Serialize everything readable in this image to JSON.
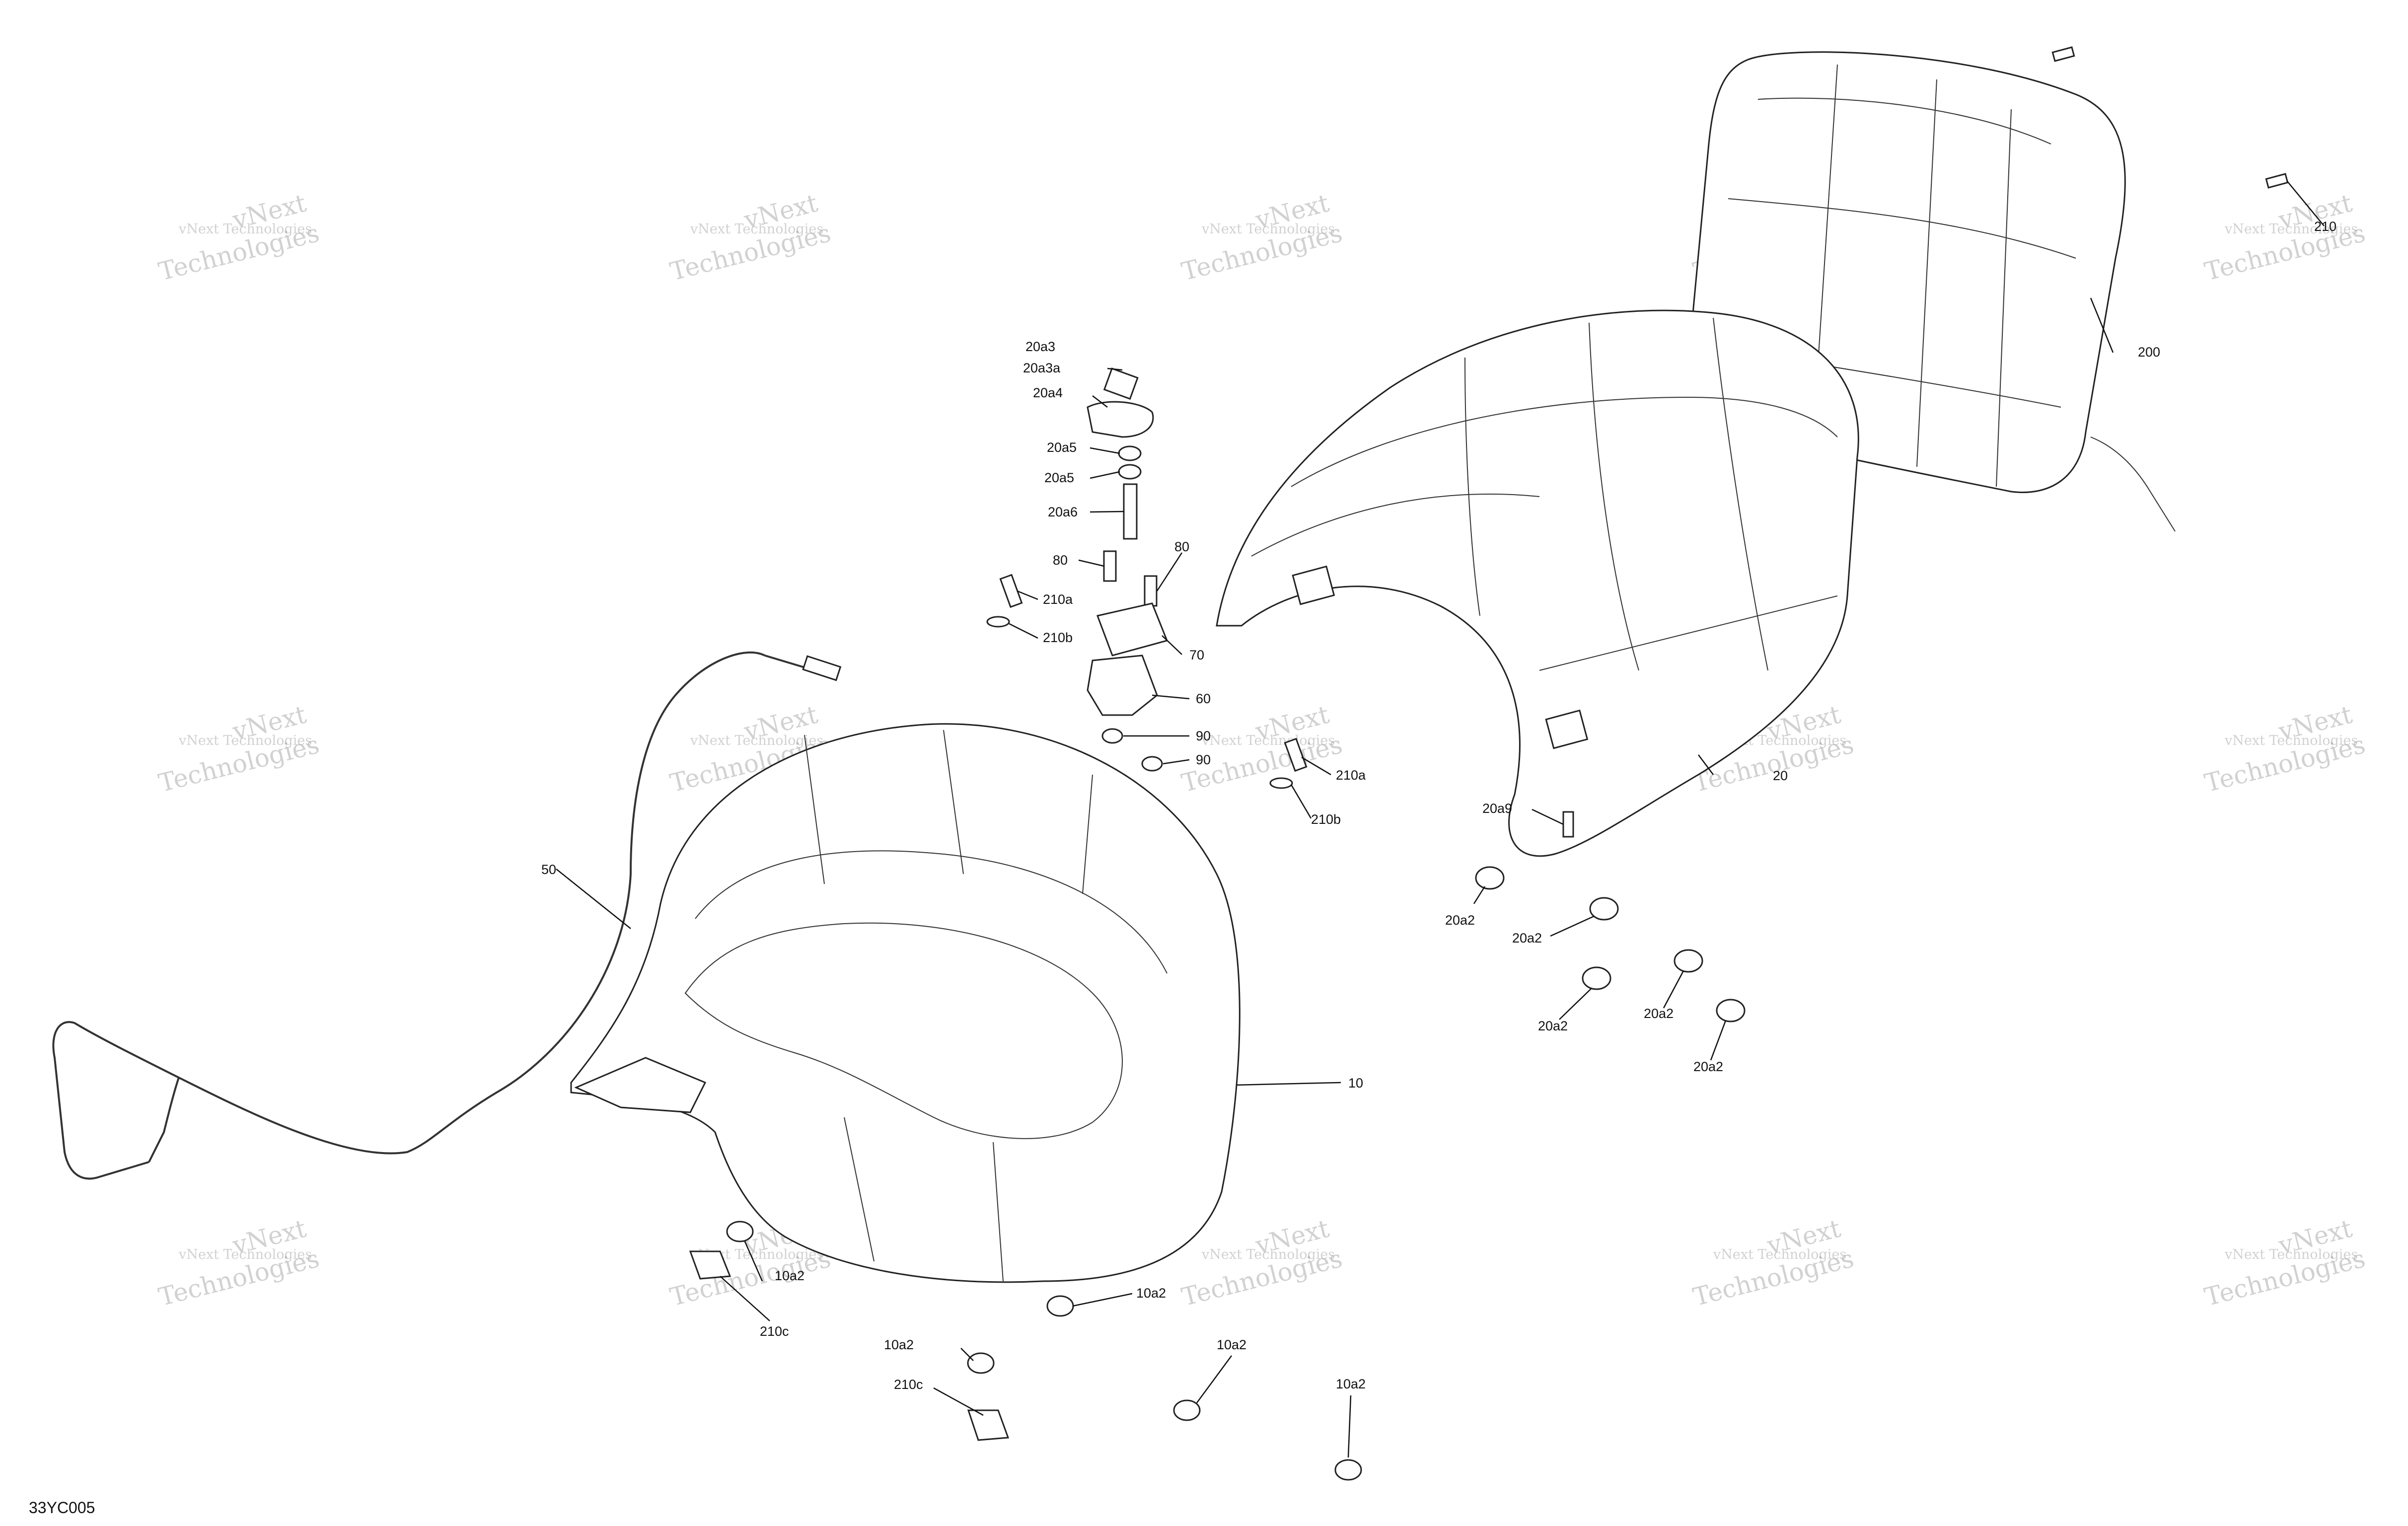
{
  "figure_code": "33YC005",
  "watermark": {
    "line1": "vNext Technologies",
    "line2": "vNext",
    "line3": "Technologies"
  },
  "callouts": {
    "p10": "10",
    "p10a2_a": "10a2",
    "p10a2_b": "10a2",
    "p10a2_c": "10a2",
    "p10a2_d": "10a2",
    "p10a2_e": "10a2",
    "p20": "20",
    "p20a2_a": "20a2",
    "p20a2_b": "20a2",
    "p20a2_c": "20a2",
    "p20a2_d": "20a2",
    "p20a2_e": "20a2",
    "p20a3": "20a3",
    "p20a3a": "20a3a",
    "p20a4": "20a4",
    "p20a5_a": "20a5",
    "p20a5_b": "20a5",
    "p20a6": "20a6",
    "p20a9": "20a9",
    "p50": "50",
    "p60": "60",
    "p70": "70",
    "p80_a": "80",
    "p80_b": "80",
    "p90_a": "90",
    "p90_b": "90",
    "p200": "200",
    "p210": "210",
    "p210a_a": "210a",
    "p210a_b": "210a",
    "p210b_a": "210b",
    "p210b_b": "210b",
    "p210c_a": "210c",
    "p210c_b": "210c"
  }
}
